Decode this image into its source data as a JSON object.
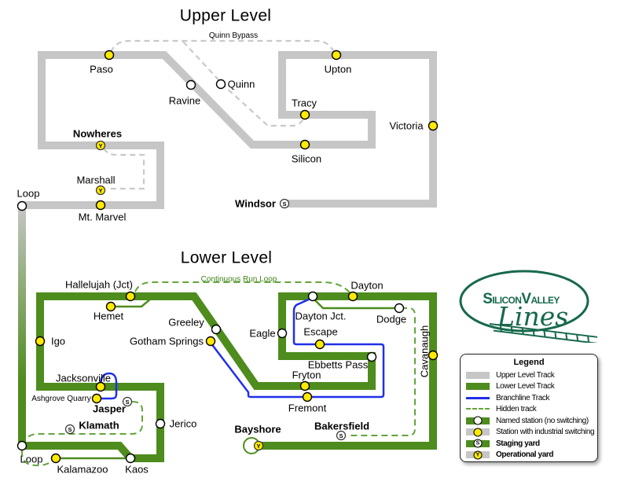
{
  "titles": {
    "upper": "Upper Level",
    "lower": "Lower Level"
  },
  "annotations": {
    "quinn_bypass": "Quinn Bypass",
    "continuous_run_loop": "Continuous Run Loop"
  },
  "symbols": {
    "staging": "S",
    "yard": "Y"
  },
  "logo": {
    "word1_cap": "S",
    "word1_rest": "ILICON",
    "word2_cap": "V",
    "word2_rest": "ALLEY",
    "script": "Lines"
  },
  "stations": {
    "paso": "Paso",
    "ravine": "Ravine",
    "quinn": "Quinn",
    "upton": "Upton",
    "tracy": "Tracy",
    "victoria": "Victoria",
    "silicon": "Silicon",
    "windsor": "Windsor",
    "nowheres": "Nowheres",
    "marshall": "Marshall",
    "mt_marvel": "Mt. Marvel",
    "loop_upper": "Loop",
    "hallelujah": "Hallelujah (Jct)",
    "hemet": "Hemet",
    "igo": "Igo",
    "greeley": "Greeley",
    "gotham_springs": "Gotham Springs",
    "eagle": "Eagle",
    "dayton": "Dayton",
    "dayton_jct": "Dayton Jct.",
    "dodge": "Dodge",
    "escape": "Escape",
    "ebbetts_pass": "Ebbetts Pass",
    "fryton": "Fryton",
    "fremont": "Fremont",
    "cavanaugh": "Cavanaugh",
    "jacksonville": "Jacksonville",
    "ashgrove_quarry": "Ashgrove Quarry",
    "jasper": "Jasper",
    "klamath": "Klamath",
    "jerico": "Jerico",
    "loop_lower": "Loop",
    "kalamazoo": "Kalamazoo",
    "kaos": "Kaos",
    "bayshore": "Bayshore",
    "bakersfield": "Bakersfield"
  },
  "legend": {
    "title": "Legend",
    "rows": [
      "Upper Level Track",
      "Lower Level Track",
      "Branchline Track",
      "Hidden track",
      "Named station (no switching)",
      "Station with industrial switching",
      "Staging yard",
      "Operational yard"
    ]
  }
}
